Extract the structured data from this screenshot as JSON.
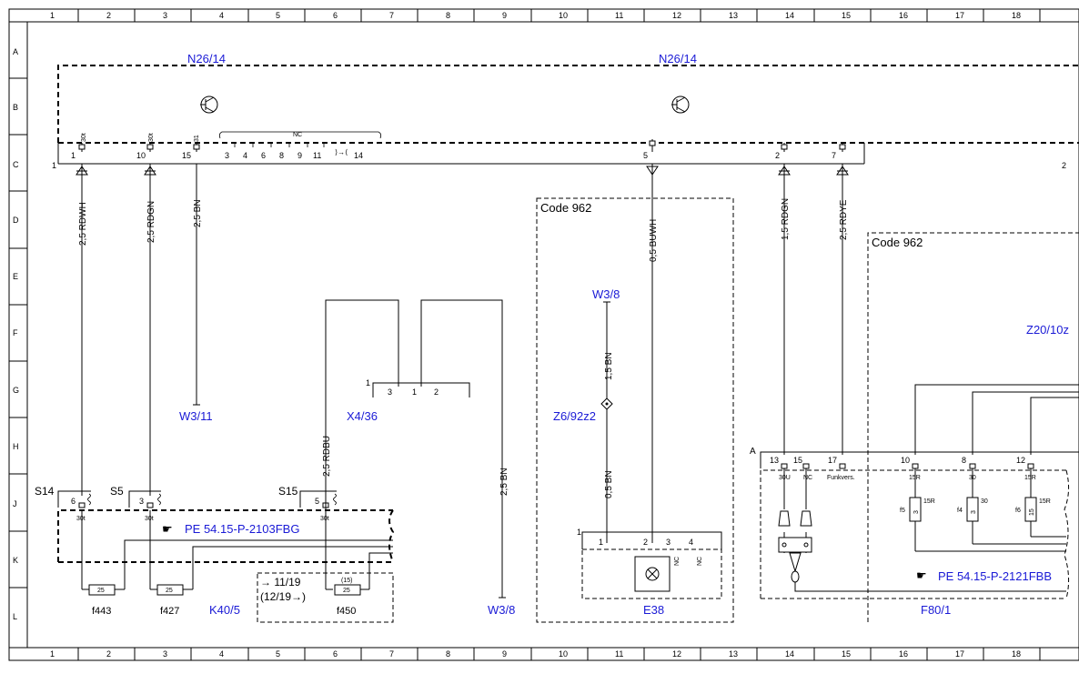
{
  "grid": {
    "columns": [
      "1",
      "2",
      "3",
      "4",
      "5",
      "6",
      "7",
      "8",
      "9",
      "10",
      "11",
      "12",
      "13",
      "14",
      "15",
      "16",
      "17",
      "18"
    ],
    "rows": [
      "A",
      "B",
      "C",
      "D",
      "E",
      "F",
      "G",
      "H",
      "J",
      "K",
      "L"
    ]
  },
  "components": {
    "n26_left": "N26/14",
    "n26_right": "N26/14",
    "w3_11": "W3/11",
    "x4_36": "X4/36",
    "w3_8_top": "W3/8",
    "w3_8_bottom": "W3/8",
    "z6": "Z6/92z2",
    "code962_left": "Code 962",
    "code962_right": "Code 962",
    "z20": "Z20/10z",
    "k40": "K40/5",
    "e38": "E38",
    "f80": "F80/1",
    "pe_left": "PE 54.15-P-2103FBG",
    "pe_right": "PE 54.15-P-2121FBB",
    "s14": "S14",
    "s5": "S5",
    "s15": "S15",
    "f443": "f443",
    "f427": "f427",
    "f450": "f450",
    "ref_a": "→ 11/19",
    "ref_b": "(12/19→)"
  },
  "wires": {
    "w1": "2,5 RDWH",
    "w2": "2,5 RDGN",
    "w3": "2,5 BN",
    "w4": "0,5 BUWH",
    "w5": "1,5 RDGN",
    "w6": "2,5 RDYE",
    "w7": "2,5 RDBU",
    "w8": "2,5 BN",
    "w9": "1,5 BN",
    "w10": "0,5 BN"
  },
  "pins": {
    "n26_row": [
      "1",
      "10",
      "15",
      "3",
      "4",
      "6",
      "8",
      "9",
      "11",
      "14",
      "5",
      "2",
      "7"
    ],
    "n26_left_edge": "1",
    "n26_right_edge": "2",
    "n26_top": [
      "30t",
      "30t",
      "31"
    ],
    "nc_bracket": "NC",
    "x4_pins": [
      "3",
      "1",
      "2"
    ],
    "x4_side": "1",
    "e38_pins": [
      "1",
      "2",
      "3",
      "4"
    ],
    "e38_side": "1",
    "e38_nc": [
      "NC",
      "NC"
    ],
    "f80_pins": [
      "13",
      "15",
      "17",
      "10",
      "8",
      "12"
    ],
    "f80_side": "A",
    "f80_sub": [
      "30U",
      "NC",
      "Funkvers.",
      "15R",
      "30",
      "15R"
    ],
    "fuse_values": [
      "15R",
      "30",
      "15R"
    ],
    "fuse_names": [
      "f5",
      "f4",
      "f6"
    ],
    "fuse_codes": [
      "3",
      "3",
      "15"
    ],
    "sw_pins": [
      "6",
      "3",
      "5"
    ],
    "sw_sub": [
      "30t",
      "30t",
      "30t"
    ],
    "k40_fuses": [
      "25",
      "25",
      "25"
    ],
    "f450_top": "(15)"
  }
}
